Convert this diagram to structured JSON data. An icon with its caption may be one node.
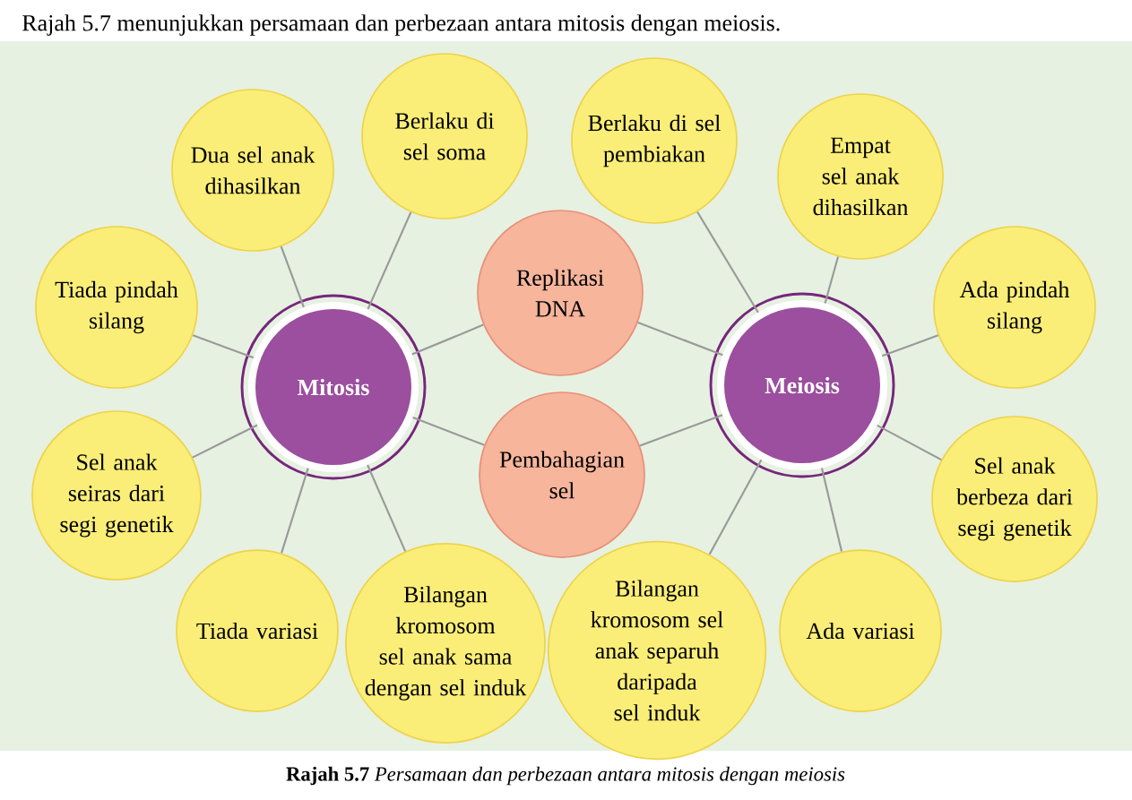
{
  "diagram": {
    "title": "Rajah 5.7 menunjukkan persamaan dan perbezaan antara mitosis dengan meiosis.",
    "caption": "**Rajah 5.7** *Persamaan dan perbezaan antara mitosis dengan meiosis*",
    "nodes": [
      {
        "text": [
          "Mitosis"
        ]
      },
      {
        "text": [
          "Meiosis"
        ]
      },
      {
        "text": [
          "Replikasi DNA"
        ]
      },
      {
        "text": [
          "Pembahagian sel"
        ]
      },
      {
        "text": [
          "Dua sel anak dihasilkan"
        ]
      },
      {
        "text": [
          "Berlaku di sel soma"
        ]
      },
      {
        "text": [
          "Tiada pindah silang"
        ]
      },
      {
        "text": [
          "Sel anak seiras dari segi genetik"
        ]
      },
      {
        "text": [
          "Tiada variasi"
        ]
      },
      {
        "text": [
          "Bilangan kromosom sel anak sama dengan sel induk"
        ]
      },
      {
        "text": [
          "Berlaku di sel pembiakan"
        ]
      },
      {
        "text": [
          "Empat sel anak dihasilkan"
        ]
      },
      {
        "text": [
          "Ada pindah silang"
        ]
      },
      {
        "text": [
          "Sel anak berbeza dari segi genetik"
        ]
      },
      {
        "text": [
          "Ada variasi"
        ]
      },
      {
        "text": [
          "Bilangan kromosom sel anak separuh daripada sel induk"
        ]
      }
    ],
    "edges": [
      {
        "from": 0,
        "to": 4,
        "arrow": "none"
      },
      {
        "from": 0,
        "to": 5,
        "arrow": "none"
      },
      {
        "from": 0,
        "to": 6,
        "arrow": "none"
      },
      {
        "from": 0,
        "to": 7,
        "arrow": "none"
      },
      {
        "from": 0,
        "to": 8,
        "arrow": "none"
      },
      {
        "from": 0,
        "to": 9,
        "arrow": "none"
      },
      {
        "from": 0,
        "to": 2,
        "arrow": "none"
      },
      {
        "from": 0,
        "to": 3,
        "arrow": "none"
      },
      {
        "from": 1,
        "to": 2,
        "arrow": "none"
      },
      {
        "from": 1,
        "to": 3,
        "arrow": "none"
      },
      {
        "from": 1,
        "to": 10,
        "arrow": "none"
      },
      {
        "from": 1,
        "to": 11,
        "arrow": "none"
      },
      {
        "from": 1,
        "to": 12,
        "arrow": "none"
      },
      {
        "from": 1,
        "to": 13,
        "arrow": "none"
      },
      {
        "from": 1,
        "to": 14,
        "arrow": "none"
      },
      {
        "from": 1,
        "to": 15,
        "arrow": "none"
      }
    ]
  }
}
